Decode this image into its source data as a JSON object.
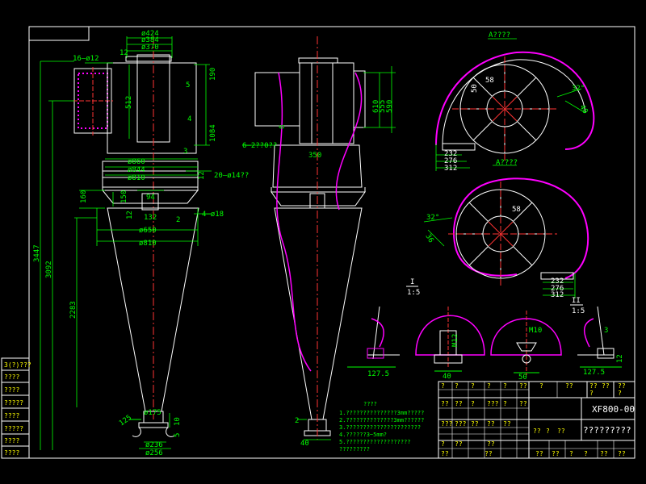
{
  "drawing": {
    "code": "XF800-00",
    "name": "?????????",
    "colors": {
      "outline": "#ffffff",
      "dimension": "#00ff00",
      "center": "#ff3333",
      "section": "#ff00ff",
      "highlight": "#ffff00",
      "label": "#ffffff"
    }
  },
  "front_view": {
    "dims": {
      "d424": "ø424",
      "d384": "ø384",
      "d370": "ø370",
      "r12": "12",
      "top_hole": "16—ø12",
      "d860": "ø860",
      "d844": "ø844",
      "d810": "ø810",
      "flange_holes": "20—ø14??",
      "d650": "ø650",
      "d810b": "ø810",
      "h94": "94",
      "h150": "150",
      "h160": "160",
      "v3447": "3447",
      "v3092": "3092",
      "v2283": "2283",
      "v512": "512",
      "v1084": "1084",
      "v190": "190",
      "v4": "4",
      "v5": "5",
      "v3": "3",
      "v12": "12",
      "v12b": "12",
      "holes_18": "4—ø18",
      "v132": "132",
      "v2": "2",
      "d175": "ø175",
      "a125": "125",
      "d236": "ø236",
      "d256": "ø256",
      "v10": "10",
      "v5b": "5"
    }
  },
  "side_view": {
    "dims": {
      "pipe": "6—2??0??",
      "v350": "350",
      "v610": "610",
      "v555": "555",
      "v590": "590",
      "v2": "2",
      "v40": "40",
      "v6": "6"
    }
  },
  "top_views": {
    "upper": {
      "label": "A????",
      "r58": "58",
      "r50": "50",
      "a32": "32°",
      "v40": "40",
      "w232": "232",
      "w276": "276",
      "w312": "312"
    },
    "lower": {
      "label": "A????",
      "r58": "58",
      "a32": "32°",
      "v36": "36",
      "w232": "232",
      "w276": "276",
      "w312": "312"
    }
  },
  "details": {
    "one": {
      "label": "I",
      "scale": "1:5"
    },
    "two": {
      "label": "II",
      "scale": "1:5"
    },
    "d_127": "127.5",
    "d_40": "40",
    "d_m12": "M12",
    "d_m10": "M10",
    "d_50": "50",
    "d_127b": "127.5",
    "d_3": "3",
    "d_12": "12"
  },
  "notes": {
    "title": "????",
    "items": [
      "1.???????????????3mm?????",
      "2.??????????????3mm??????",
      "3.??????????????????????",
      "4.??????3~5mm?",
      "5.???????????????????",
      "?????????"
    ]
  },
  "left_table": [
    "3(?)???",
    "????",
    "????",
    "?????",
    "????",
    "?????",
    "????",
    "????"
  ],
  "title_block": {
    "row1": [
      "?",
      "?",
      "?",
      "?",
      "?",
      "??",
      "?",
      "?",
      "?",
      "??",
      "??",
      "??",
      "??",
      "?",
      "?"
    ],
    "row2": [
      "??",
      "??",
      "?",
      "???",
      "?",
      "??",
      "?",
      "?"
    ],
    "row3": [
      "???",
      "???",
      "??",
      "??",
      "??",
      "??",
      "?",
      "??",
      "?",
      "??",
      "??"
    ],
    "row4": [
      "??",
      "??",
      "??",
      "??",
      "?",
      "?",
      "??",
      "??"
    ]
  }
}
